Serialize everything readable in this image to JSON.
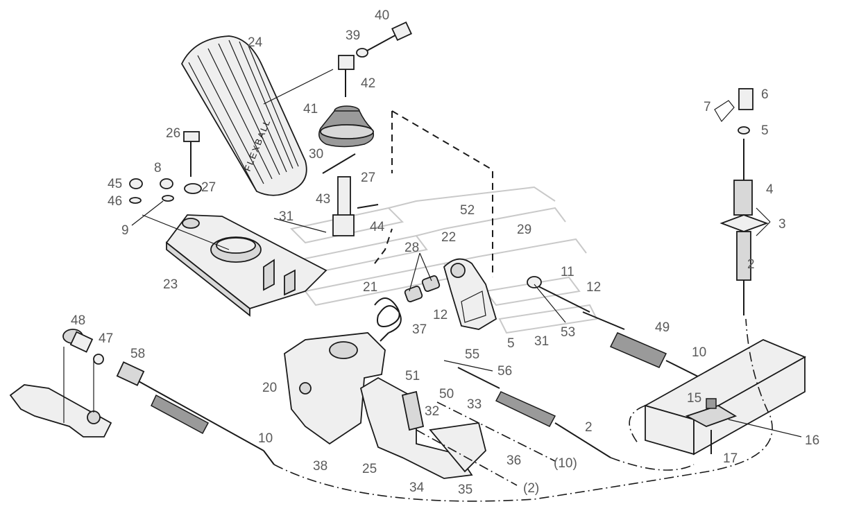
{
  "pedal": {
    "brand_text": "FLEXBALL"
  },
  "labels": [
    {
      "id": "40",
      "text": "40"
    },
    {
      "id": "39",
      "text": "39"
    },
    {
      "id": "24",
      "text": "24"
    },
    {
      "id": "42",
      "text": "42"
    },
    {
      "id": "41",
      "text": "41"
    },
    {
      "id": "26",
      "text": "26"
    },
    {
      "id": "30",
      "text": "30"
    },
    {
      "id": "27a",
      "text": "27"
    },
    {
      "id": "27b",
      "text": "27"
    },
    {
      "id": "8",
      "text": "8"
    },
    {
      "id": "45",
      "text": "45"
    },
    {
      "id": "46",
      "text": "46"
    },
    {
      "id": "43",
      "text": "43"
    },
    {
      "id": "9",
      "text": "9"
    },
    {
      "id": "31a",
      "text": "31"
    },
    {
      "id": "44",
      "text": "44"
    },
    {
      "id": "52",
      "text": "52"
    },
    {
      "id": "29",
      "text": "29"
    },
    {
      "id": "22",
      "text": "22"
    },
    {
      "id": "28",
      "text": "28"
    },
    {
      "id": "23",
      "text": "23"
    },
    {
      "id": "21",
      "text": "21"
    },
    {
      "id": "11",
      "text": "11"
    },
    {
      "id": "12a",
      "text": "12"
    },
    {
      "id": "12b",
      "text": "12"
    },
    {
      "id": "37",
      "text": "37"
    },
    {
      "id": "53",
      "text": "53"
    },
    {
      "id": "49",
      "text": "49"
    },
    {
      "id": "31b",
      "text": "31"
    },
    {
      "id": "5a",
      "text": "5"
    },
    {
      "id": "55",
      "text": "55"
    },
    {
      "id": "56",
      "text": "56"
    },
    {
      "id": "48",
      "text": "48"
    },
    {
      "id": "47",
      "text": "47"
    },
    {
      "id": "58",
      "text": "58"
    },
    {
      "id": "20",
      "text": "20"
    },
    {
      "id": "51",
      "text": "51"
    },
    {
      "id": "50",
      "text": "50"
    },
    {
      "id": "33",
      "text": "33"
    },
    {
      "id": "32",
      "text": "32"
    },
    {
      "id": "10a",
      "text": "10"
    },
    {
      "id": "10b",
      "text": "10"
    },
    {
      "id": "10c",
      "text": "(10)"
    },
    {
      "id": "2a",
      "text": "2"
    },
    {
      "id": "2b",
      "text": "2"
    },
    {
      "id": "2c",
      "text": "(2)"
    },
    {
      "id": "38",
      "text": "38"
    },
    {
      "id": "25",
      "text": "25"
    },
    {
      "id": "36",
      "text": "36"
    },
    {
      "id": "34",
      "text": "34"
    },
    {
      "id": "35",
      "text": "35"
    },
    {
      "id": "6",
      "text": "6"
    },
    {
      "id": "7",
      "text": "7"
    },
    {
      "id": "5b",
      "text": "5"
    },
    {
      "id": "4",
      "text": "4"
    },
    {
      "id": "3",
      "text": "3"
    },
    {
      "id": "15",
      "text": "15"
    },
    {
      "id": "16",
      "text": "16"
    },
    {
      "id": "17",
      "text": "17"
    }
  ]
}
